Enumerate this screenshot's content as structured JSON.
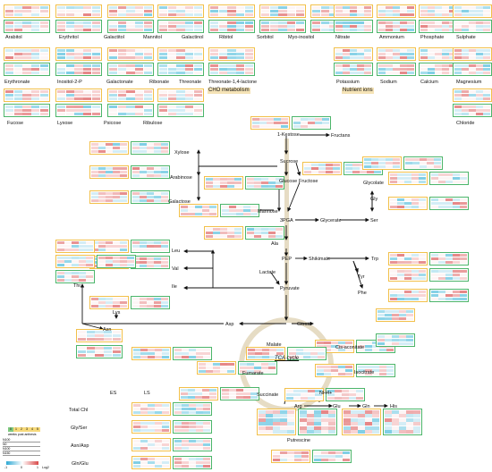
{
  "sections": {
    "cho": "CHO metabolism",
    "nutrient": "Nutrient ions",
    "tca": "TCA cycle"
  },
  "columns": {
    "es": "ES",
    "ls": "LS"
  },
  "legend": {
    "weeks": [
      "0",
      "1",
      "2",
      "3",
      "4",
      "5"
    ],
    "caption": "weeks post anthesis",
    "rows": [
      "N100",
      "N0",
      "N100",
      "N150"
    ],
    "scale_min": "-1",
    "scale_mid": "0",
    "scale_max": "1",
    "unit": "Log2"
  },
  "colors": {
    "es_border": "#f2c04a",
    "ls_border": "#4cb56a",
    "up": "#d94a4a",
    "down": "#3fb6d8"
  },
  "metabolites": [
    "Arabitol",
    "Erythritol",
    "Galactitol",
    "Mannitol",
    "Galactinol",
    "Ribitol",
    "Sorbitol",
    "Myo-inositol",
    "Erythronate",
    "Inositol-2-P",
    "Galactonate",
    "Ribonate",
    "Threonate",
    "Threonate-1,4-lactone",
    "Fucose",
    "Lyxose",
    "Psicose",
    "Ribulose",
    "Nitrate",
    "Ammonium",
    "Phosphate",
    "Sulphate",
    "Potassium",
    "Sodium",
    "Calcium",
    "Magnesium",
    "Chloride",
    "1-Kestose",
    "Fructans",
    "Sucrose",
    "Glucose",
    "Fructose",
    "Xylose",
    "Arabinose",
    "Galactose",
    "Mannose",
    "3PGA",
    "Glycerate",
    "Glycolate",
    "Gly",
    "Ser",
    "Ala",
    "PEP",
    "Shikimate",
    "Trp",
    "Tyr",
    "Phe",
    "Leu",
    "Val",
    "Ile",
    "Lactate",
    "Pyruvate",
    "Thr",
    "Lys",
    "Asn",
    "Asp",
    "Citrate",
    "Malate",
    "Cis-aconitate",
    "Fumarate",
    "Isocitrate",
    "Succinate",
    "Arg",
    "Glu",
    "Gln",
    "His",
    "NH4+",
    "Putrescine",
    "Total Chl",
    "Gly/Ser",
    "Asn/Asp",
    "Gln/Glu"
  ]
}
